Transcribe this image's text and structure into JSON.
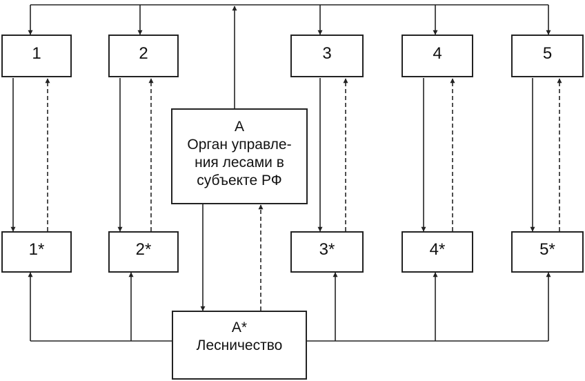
{
  "diagram": {
    "top_boxes": [
      "1",
      "2",
      "3",
      "4",
      "5"
    ],
    "bottom_boxes": [
      "1*",
      "2*",
      "3*",
      "4*",
      "5*"
    ],
    "center_box": {
      "letter": "А",
      "line1": "Орган управле-",
      "line2": "ния лесами в",
      "line3": "субъекте РФ"
    },
    "bottom_center_box": {
      "letter": "А*",
      "name": "Лесничество"
    },
    "colors": {
      "line": "#222222",
      "background": "#ffffff"
    }
  }
}
